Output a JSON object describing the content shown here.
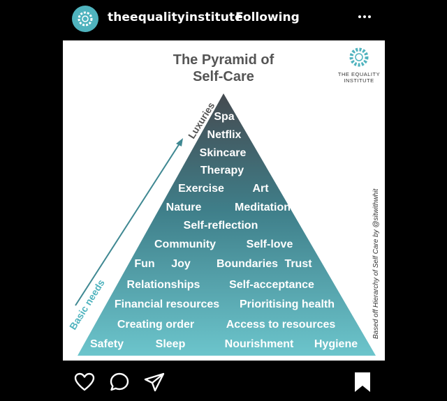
{
  "header": {
    "username": "theequalityinstitute",
    "separator": "·",
    "follow_status": "Following"
  },
  "post": {
    "title_line1": "The Pyramid of",
    "title_line2": "Self-Care",
    "brand_line1": "THE EQUALITY",
    "brand_line2": "INSTITUTE",
    "axis_top": "Luxuries",
    "axis_bottom": "Basic needs",
    "credit": "Based off Hierarchy of Self Care by @sitwithwhit",
    "levels": [
      {
        "items": [
          "Spa"
        ]
      },
      {
        "items": [
          "Netflix"
        ]
      },
      {
        "items": [
          "Skincare"
        ]
      },
      {
        "items": [
          "Therapy"
        ]
      },
      {
        "items": [
          "Exercise",
          "Art"
        ]
      },
      {
        "items": [
          "Nature",
          "Meditation"
        ]
      },
      {
        "items": [
          "Self-reflection"
        ]
      },
      {
        "items": [
          "Community",
          "Self-love"
        ]
      },
      {
        "items": [
          "Fun",
          "Joy",
          "Boundaries",
          "Trust"
        ]
      },
      {
        "items": [
          "Relationships",
          "Self-acceptance"
        ]
      },
      {
        "items": [
          "Financial resources",
          "Prioritising health"
        ]
      },
      {
        "items": [
          "Creating order",
          "Access to resources"
        ]
      },
      {
        "items": [
          "Safety",
          "Sleep",
          "Nourishment",
          "Hygiene"
        ]
      }
    ],
    "colors": {
      "pyramid_top": "#454a50",
      "pyramid_bottom": "#6cc5cc",
      "brand_accent": "#4fb3be",
      "title": "#555555"
    }
  },
  "actions": {
    "like_icon": "heart-icon",
    "comment_icon": "comment-icon",
    "share_icon": "share-icon",
    "save_icon": "bookmark-icon"
  }
}
